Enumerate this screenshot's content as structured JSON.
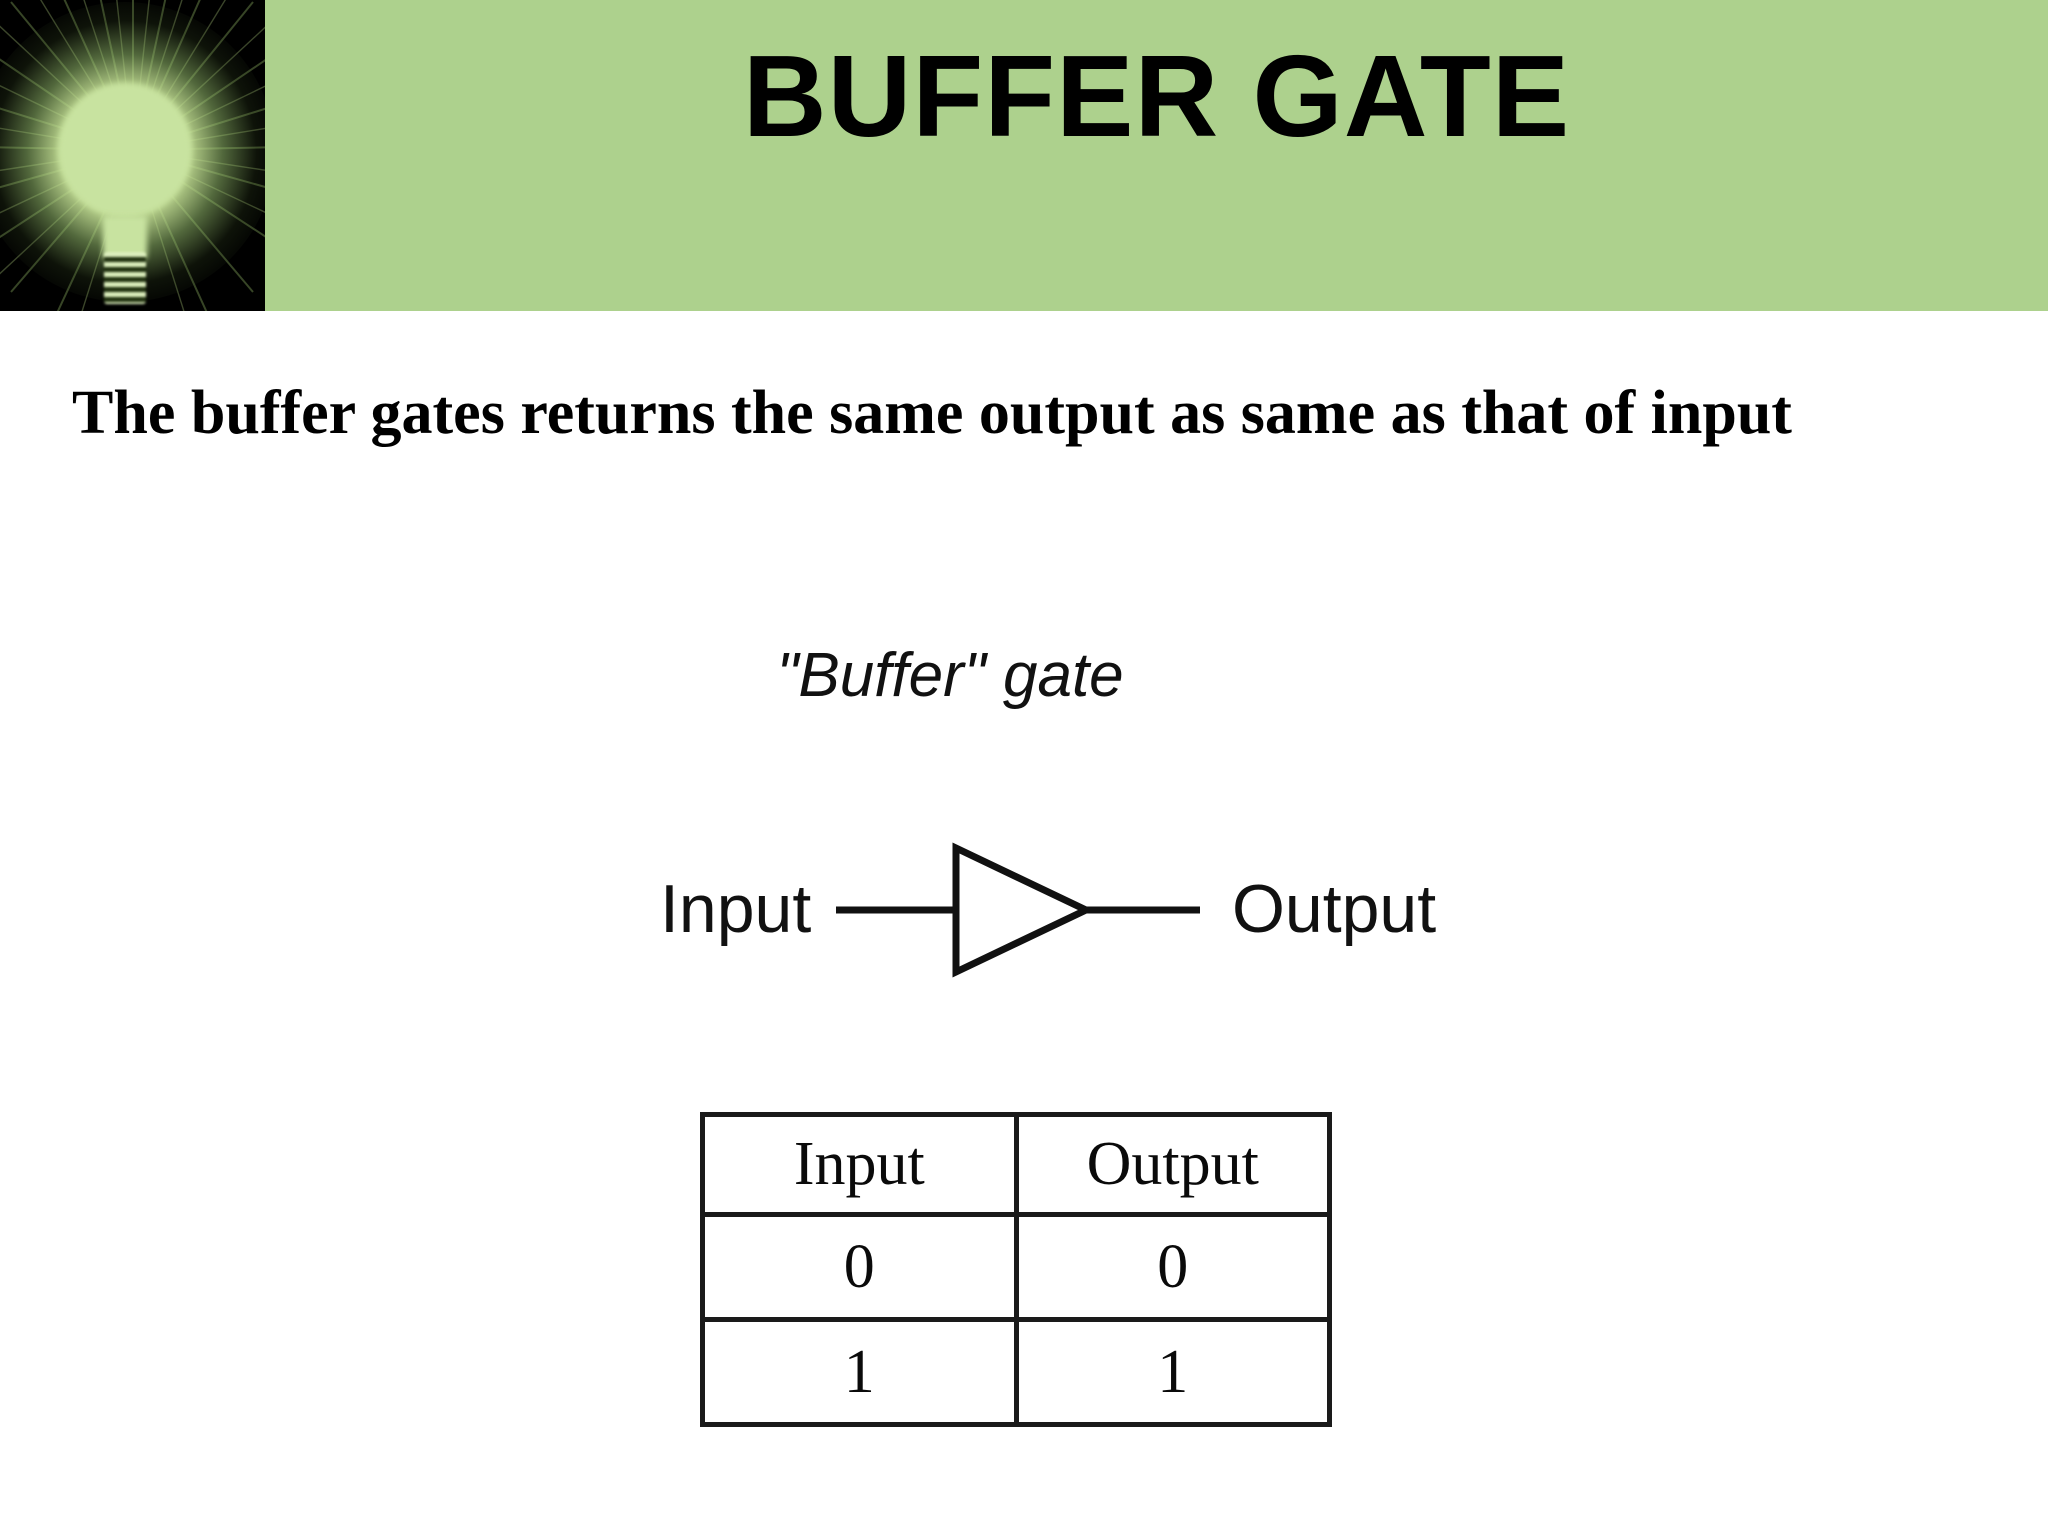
{
  "slide": {
    "title": "BUFFER GATE",
    "subtitle": "The buffer gates returns the same output as same as that of input",
    "header_bg_color": "#ADD18D",
    "background_color": "#FFFFFF",
    "decoration_icon": "glowing-light-bulb-icon"
  },
  "gate_figure": {
    "caption": "\"Buffer\" gate",
    "input_label": "Input",
    "output_label": "Output",
    "symbol": "buffer-gate-triangle-icon"
  },
  "truth_table": {
    "headers": [
      "Input",
      "Output"
    ],
    "rows": [
      [
        "0",
        "0"
      ],
      [
        "1",
        "1"
      ]
    ]
  }
}
